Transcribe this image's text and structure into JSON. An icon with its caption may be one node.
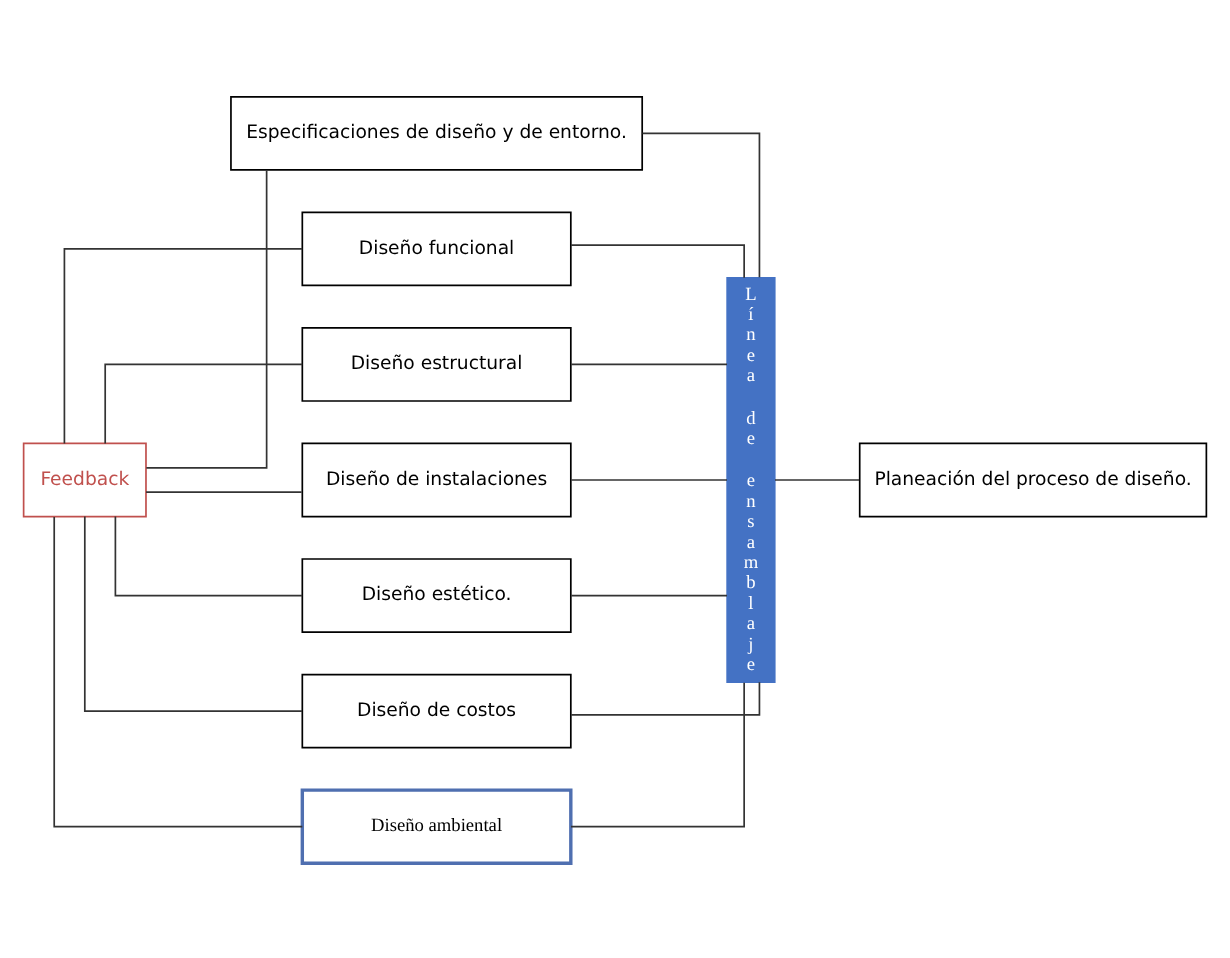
{
  "diagram": {
    "nodes": [
      {
        "text": [
          "Feedback"
        ]
      },
      {
        "text": [
          "Especificaciones de diseño y de entorno."
        ]
      },
      {
        "text": [
          "Diseño funcional"
        ]
      },
      {
        "text": [
          "Diseño estructural"
        ]
      },
      {
        "text": [
          "Diseño de instalaciones"
        ]
      },
      {
        "text": [
          "Diseño estético."
        ]
      },
      {
        "text": [
          "Diseño de costos"
        ]
      },
      {
        "text": [
          "Diseño ambiental"
        ]
      },
      {
        "text": [
          "Línea de ensamblaje"
        ]
      },
      {
        "text": [
          "Planeación del proceso de diseño."
        ]
      }
    ],
    "edges": [
      {
        "from": 0,
        "to": 1,
        "arrow": "none"
      },
      {
        "from": 0,
        "to": 2,
        "arrow": "none"
      },
      {
        "from": 0,
        "to": 3,
        "arrow": "none"
      },
      {
        "from": 0,
        "to": 4,
        "arrow": "none"
      },
      {
        "from": 0,
        "to": 5,
        "arrow": "none"
      },
      {
        "from": 0,
        "to": 6,
        "arrow": "none"
      },
      {
        "from": 0,
        "to": 7,
        "arrow": "none"
      },
      {
        "from": 1,
        "to": 8,
        "arrow": "none"
      },
      {
        "from": 2,
        "to": 8,
        "arrow": "none"
      },
      {
        "from": 3,
        "to": 8,
        "arrow": "none"
      },
      {
        "from": 4,
        "to": 8,
        "arrow": "none"
      },
      {
        "from": 5,
        "to": 8,
        "arrow": "none"
      },
      {
        "from": 6,
        "to": 8,
        "arrow": "none"
      },
      {
        "from": 7,
        "to": 8,
        "arrow": "none"
      },
      {
        "from": 8,
        "to": 9,
        "arrow": "none"
      }
    ]
  }
}
